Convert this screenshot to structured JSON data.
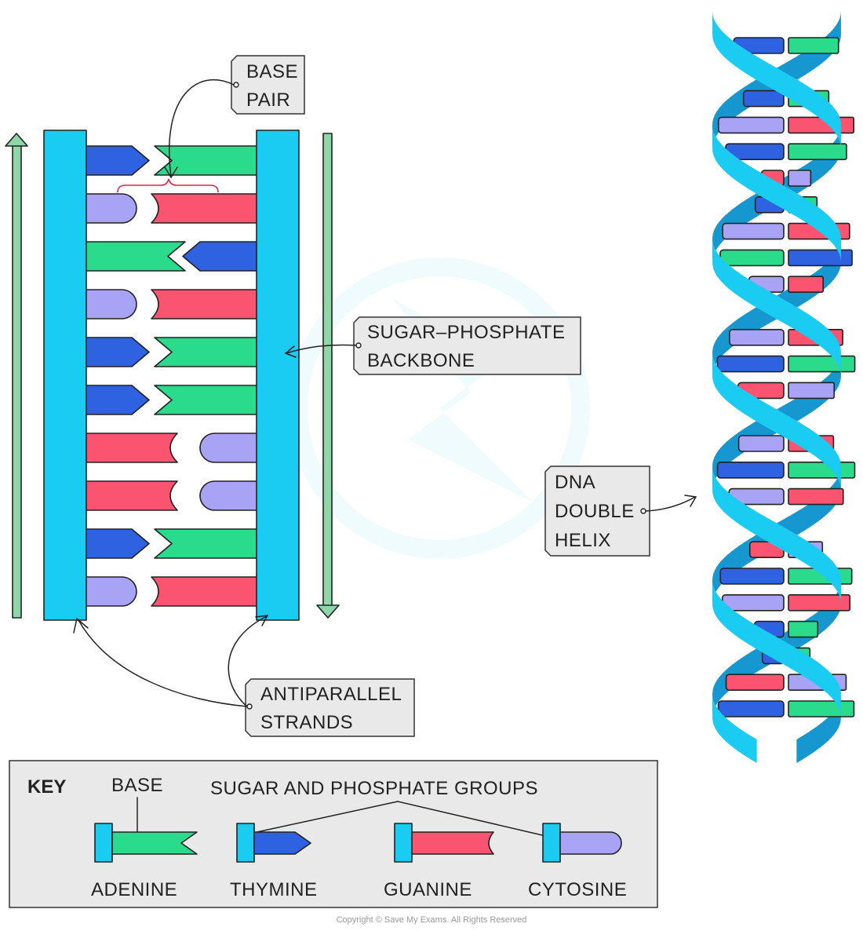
{
  "labels": {
    "base_pair": [
      "BASE",
      "PAIR"
    ],
    "sugar_phosphate_backbone": [
      "SUGAR–PHOSPHATE",
      "BACKBONE"
    ],
    "antiparallel_strands": [
      "ANTIPARALLEL",
      "STRANDS"
    ],
    "dna_double_helix": [
      "DNA",
      "DOUBLE",
      "HELIX"
    ]
  },
  "key": {
    "title": "KEY",
    "base_label": "BASE",
    "groups_label": "SUGAR   AND   PHOSPHATE   GROUPS",
    "items": [
      "ADENINE",
      "THYMINE",
      "GUANINE",
      "CYTOSINE"
    ]
  },
  "copyright": "Copyright © Save My Exams. All Rights Reserved",
  "colors": {
    "backbone": "#1ACBF2",
    "adenine": "#2ADB8C",
    "thymine": "#2F62E0",
    "guanine": "#FA5470",
    "cytosine": "#A8A3F5",
    "arrow": "#8FD6A8",
    "helix_dark": "#1697CF",
    "label_box": "#E9E9E9"
  },
  "ladder_rows": [
    {
      "left": "thymine",
      "right": "adenine"
    },
    {
      "left": "cytosine",
      "right": "guanine"
    },
    {
      "left": "adenine",
      "right": "thymine"
    },
    {
      "left": "cytosine",
      "right": "guanine"
    },
    {
      "left": "thymine",
      "right": "adenine"
    },
    {
      "left": "thymine",
      "right": "adenine"
    },
    {
      "left": "guanine",
      "right": "cytosine"
    },
    {
      "left": "guanine",
      "right": "cytosine"
    },
    {
      "left": "thymine",
      "right": "adenine"
    },
    {
      "left": "cytosine",
      "right": "guanine"
    }
  ]
}
